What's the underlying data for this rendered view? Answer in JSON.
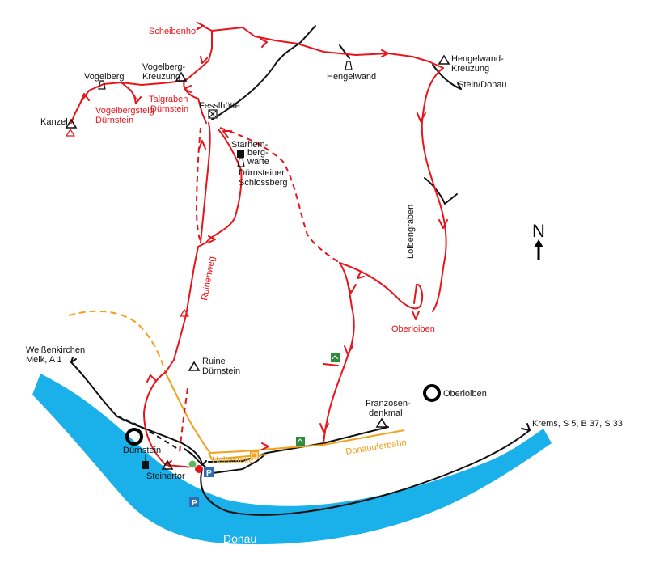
{
  "map": {
    "north_label": "N",
    "river_label": "Donau",
    "places": {
      "scheibenhof": "Scheibenhof",
      "hengelwand": "Hengelwand",
      "hengelwand_kreuzung_1": "Hengelwand-",
      "hengelwand_kreuzung_2": "Kreuzung",
      "stein_donau": "Stein/Donau",
      "vogelberg": "Vogelberg",
      "vogelberg_kreuzung_1": "Vogelberg-",
      "vogelberg_kreuzung_2": "Kreuzung",
      "talgraben_1": "Talgraben",
      "talgraben_2": "Dürnstein",
      "vogelbergsteig_1": "Vogelbergsteig",
      "vogelbergsteig_2": "Dürnstein",
      "kanzel": "Kanzel",
      "fesslhuette": "Fesslhütte",
      "starhemberg_1": "Starhem-",
      "starhemberg_2": "berg-",
      "starhemberg_3": "warte",
      "schlossberg_1": "Dürnsteiner",
      "schlossberg_2": "Schlossberg",
      "loibengraben": "Loibengraben",
      "ruinenweg": "Ruinenweg",
      "oberloiben_trail": "Oberloiben",
      "ruine_1": "Ruine",
      "ruine_2": "Dürnstein",
      "weissenkirchen_1": "Weißenkirchen",
      "weissenkirchen_2": "Melk, A 1",
      "duernstein_town": "Dürnstein",
      "oberloiben_town": "Oberloiben",
      "franzosen_1": "Franzosen-",
      "franzosen_2": "denkmal",
      "krems": "Krems, S 5, B 37, S 33",
      "steinertor": "Steinertor",
      "haltestelle": "Haltestelle",
      "donauuferbahn": "Donauuferbahn",
      "parking": "P"
    },
    "colors": {
      "river": "#1ab0ea",
      "trail": "#e8141b",
      "road": "#111111",
      "railway": "#f0a21c",
      "parking": "#2f6eb5",
      "sign_green": "#2e8b3e"
    },
    "icons": [
      "peak-icon",
      "tower-icon",
      "hut-icon",
      "parking-icon",
      "bus-stop-icon",
      "church-icon",
      "restaurant-icon",
      "north-arrow-icon",
      "warning-icon",
      "start-point-icon"
    ]
  }
}
